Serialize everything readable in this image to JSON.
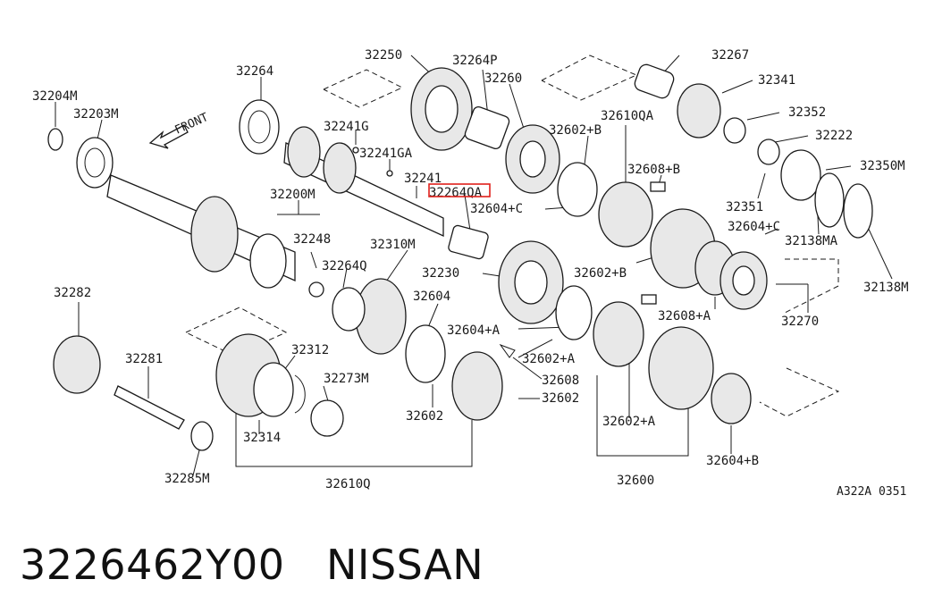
{
  "diagram": {
    "labels": {
      "p32250": "32250",
      "p32264P": "32264P",
      "p32267": "32267",
      "p32264": "32264",
      "p32260": "32260",
      "p32341": "32341",
      "p32204M": "32204M",
      "p32203M": "32203M",
      "front": "FRONT",
      "p32241G": "32241G",
      "p32610QA": "32610QA",
      "p32352": "32352",
      "p32602B_1": "32602+B",
      "p32222": "32222",
      "p32241GA": "32241GA",
      "p32350M": "32350M",
      "p32608B": "32608+B",
      "p32241": "32241",
      "p32264QA": "32264QA",
      "p32200M": "32200M",
      "p32604C_1": "32604+C",
      "p32351": "32351",
      "p32604C_2": "32604+C",
      "p32248": "32248",
      "p32138MA": "32138MA",
      "p32310M": "32310M",
      "p32264Q": "32264Q",
      "p32230": "32230",
      "p32602B_2": "32602+B",
      "p32138M": "32138M",
      "p32282": "32282",
      "p32604": "32604",
      "p32608A": "32608+A",
      "p32270": "32270",
      "p32604A": "32604+A",
      "p32281": "32281",
      "p32312": "32312",
      "p32602A_1": "32602+A",
      "p32273M": "32273M",
      "p32608": "32608",
      "p32602_1": "32602",
      "p32602_2": "32602",
      "p32602A_2": "32602+A",
      "p32314": "32314",
      "p32604B": "32604+B",
      "p32285M": "32285M",
      "p32610Q": "32610Q",
      "p32600": "32600"
    },
    "highlighted_part": "32264QA",
    "highlight_color": "#e0201b",
    "code": "A322A 0351"
  },
  "footer": {
    "text": "3226462Y00　NISSAN"
  }
}
